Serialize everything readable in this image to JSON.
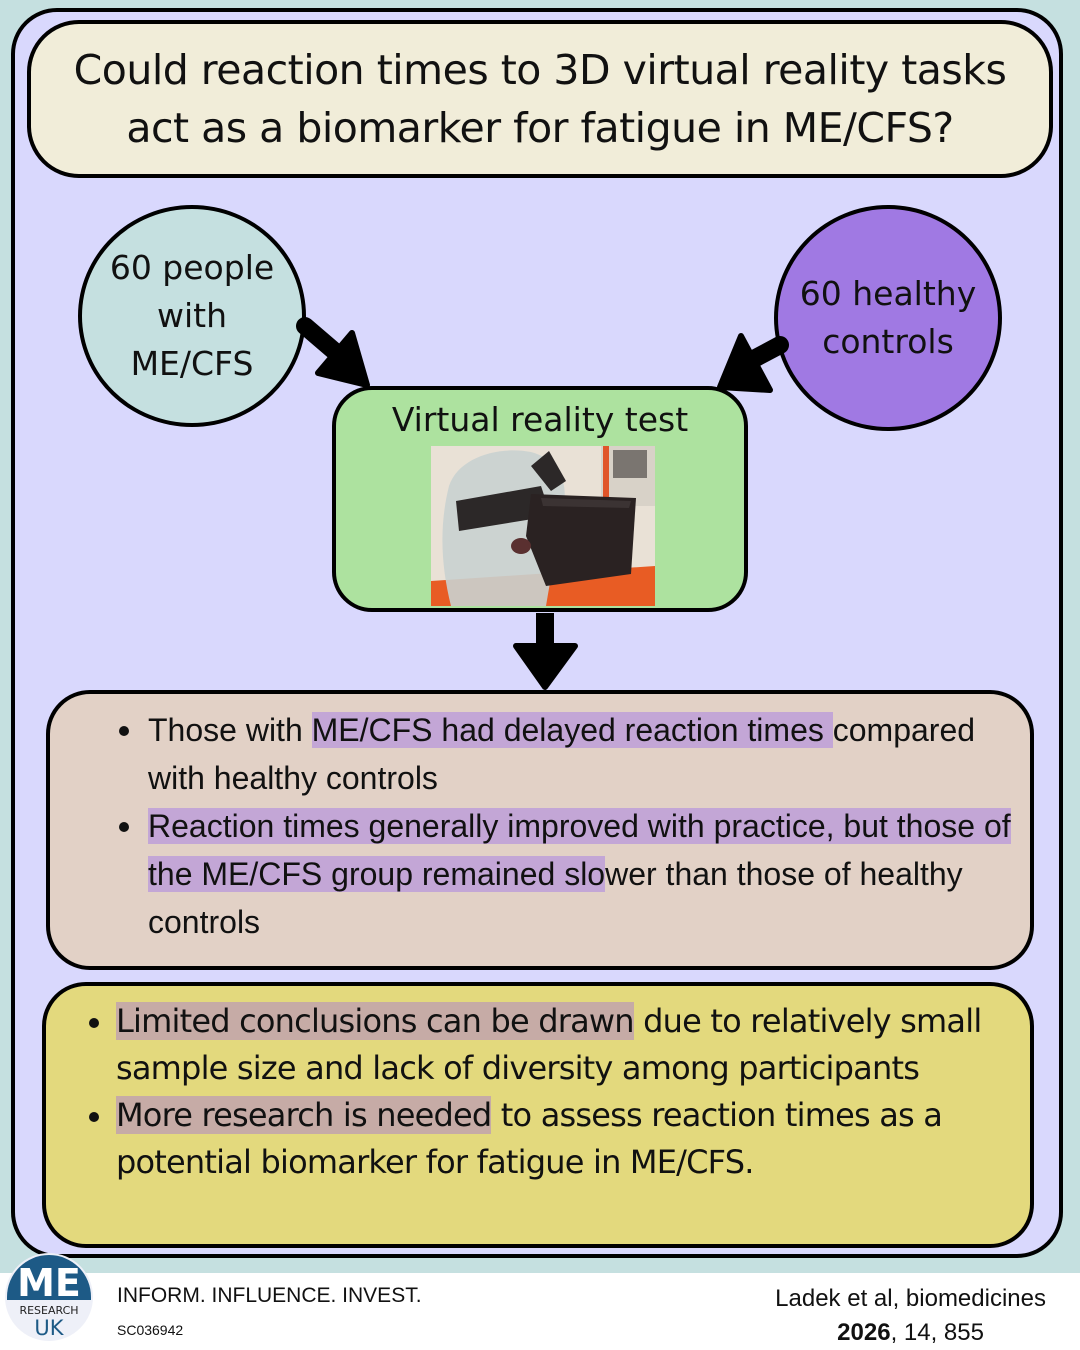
{
  "title": "Could reaction times to 3D virtual reality tasks act as a biomarker for fatigue in ME/CFS?",
  "groups": {
    "me_cfs": {
      "lines": [
        "60 people",
        "with",
        "ME/CFS"
      ],
      "color": "#c5e0e0"
    },
    "controls": {
      "lines": [
        "60 healthy",
        "controls"
      ],
      "color": "#a079e3"
    }
  },
  "test": {
    "title": "Virtual reality test",
    "image": "vr-headset-on-glass-head-photo"
  },
  "results": {
    "items": [
      {
        "plain_before": "Those with ",
        "highlight": "ME/CFS had delayed reaction times ",
        "plain_after": "compared with healthy controls"
      },
      {
        "plain_before": "",
        "highlight": "Reaction times generally improved with practice, but those of the ME/CFS group remained slo",
        "plain_after": "wer than those of healthy controls"
      }
    ]
  },
  "limitations": {
    "items": [
      {
        "highlight": "Limited conclusions can be drawn",
        "plain_after": " due to relatively small sample size and lack of diversity among participants"
      },
      {
        "highlight": "More research is needed",
        "plain_after": " to assess reaction times as a potential biomarker for fatigue in ME/CFS."
      }
    ]
  },
  "footer": {
    "logo": {
      "top": "ME",
      "middle": "RESEARCH",
      "bottom": "UK"
    },
    "tagline": "INFORM. INFLUENCE. INVEST.",
    "charity_number": "SC036942",
    "citation_line1": "Ladek et al, biomedicines",
    "citation_year": "2026",
    "citation_rest": ", 14, 855"
  },
  "colors": {
    "background": "#c5e0e0",
    "panel": "#d9d8fd",
    "title_box": "#f1edd9",
    "test_box": "#ade29f",
    "results_box": "#e2d1c6",
    "limits_box": "#e3d97d",
    "highlight_purple": "#c3a6d6",
    "highlight_brown": "#c6aba6",
    "logo_blue": "#1d5a86"
  }
}
